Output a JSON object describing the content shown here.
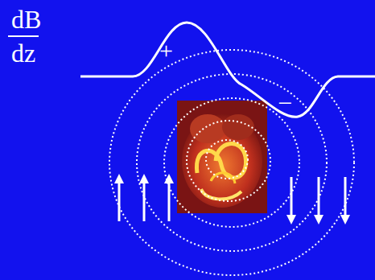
{
  "diagram": {
    "labels": [
      "dB",
      "dz",
      "+",
      "−"
    ]
  }
}
